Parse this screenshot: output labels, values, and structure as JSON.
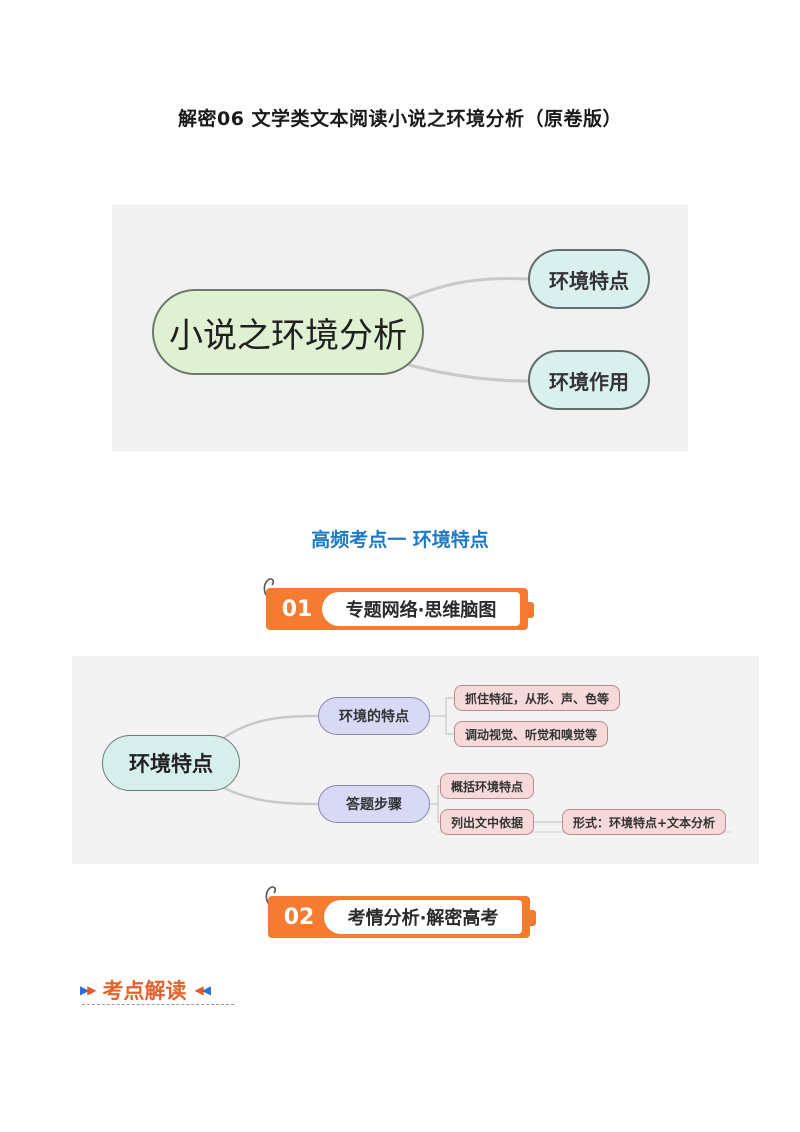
{
  "document": {
    "title": "解密06 文学类文本阅读小说之环境分析（原卷版）"
  },
  "mindmap1": {
    "root": "小说之环境分析",
    "children": [
      "环境特点",
      "环境作用"
    ]
  },
  "section": {
    "heading": "高频考点一  环境特点"
  },
  "banner1": {
    "number": "01",
    "label": "专题网络·思维脑图"
  },
  "mindmap2": {
    "root": "环境特点",
    "branches": [
      {
        "label": "环境的特点",
        "leaves": [
          "抓住特征，从形、声、色等",
          "调动视觉、听觉和嗅觉等"
        ]
      },
      {
        "label": "答题步骤",
        "leaves": [
          "概括环境特点",
          "列出文中依据"
        ],
        "extra": "形式：环境特点+文本分析"
      }
    ]
  },
  "banner2": {
    "number": "02",
    "label": "考情分析·解密高考"
  },
  "kaodian": {
    "label": "考点解读"
  },
  "colors": {
    "accent_orange": "#f47b2f",
    "heading_blue": "#1f7ac4",
    "kaodian_orange": "#e8612a"
  }
}
